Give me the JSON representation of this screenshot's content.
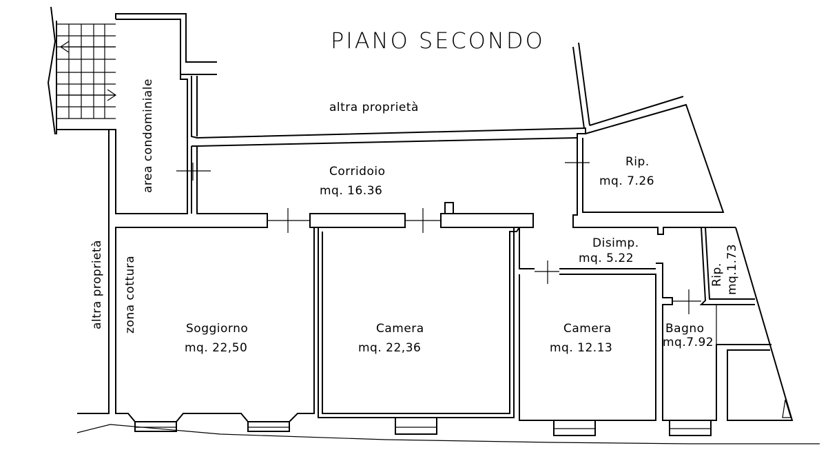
{
  "title": "PIANO SECONDO",
  "labels": {
    "altra_proprieta_top": "altra proprietà",
    "altra_proprieta_left": "altra proprietà",
    "area_condominiale": "area condominiale",
    "zona_cottura": "zona cottura",
    "corridoio_name": "Corridoio",
    "corridoio_area": "mq. 16.36",
    "rip_top_name": "Rip.",
    "rip_top_area": "mq. 7.26",
    "disimp_name": "Disimp.",
    "disimp_area": "mq. 5.22",
    "rip_small_name": "Rip.",
    "rip_small_area": "mq.1.73",
    "soggiorno_name": "Soggiorno",
    "soggiorno_area": "mq. 22,50",
    "camera1_name": "Camera",
    "camera1_area": "mq. 22,36",
    "camera2_name": "Camera",
    "camera2_area": "mq. 12.13",
    "bagno_name": "Bagno",
    "bagno_area": "mq.7.92"
  }
}
